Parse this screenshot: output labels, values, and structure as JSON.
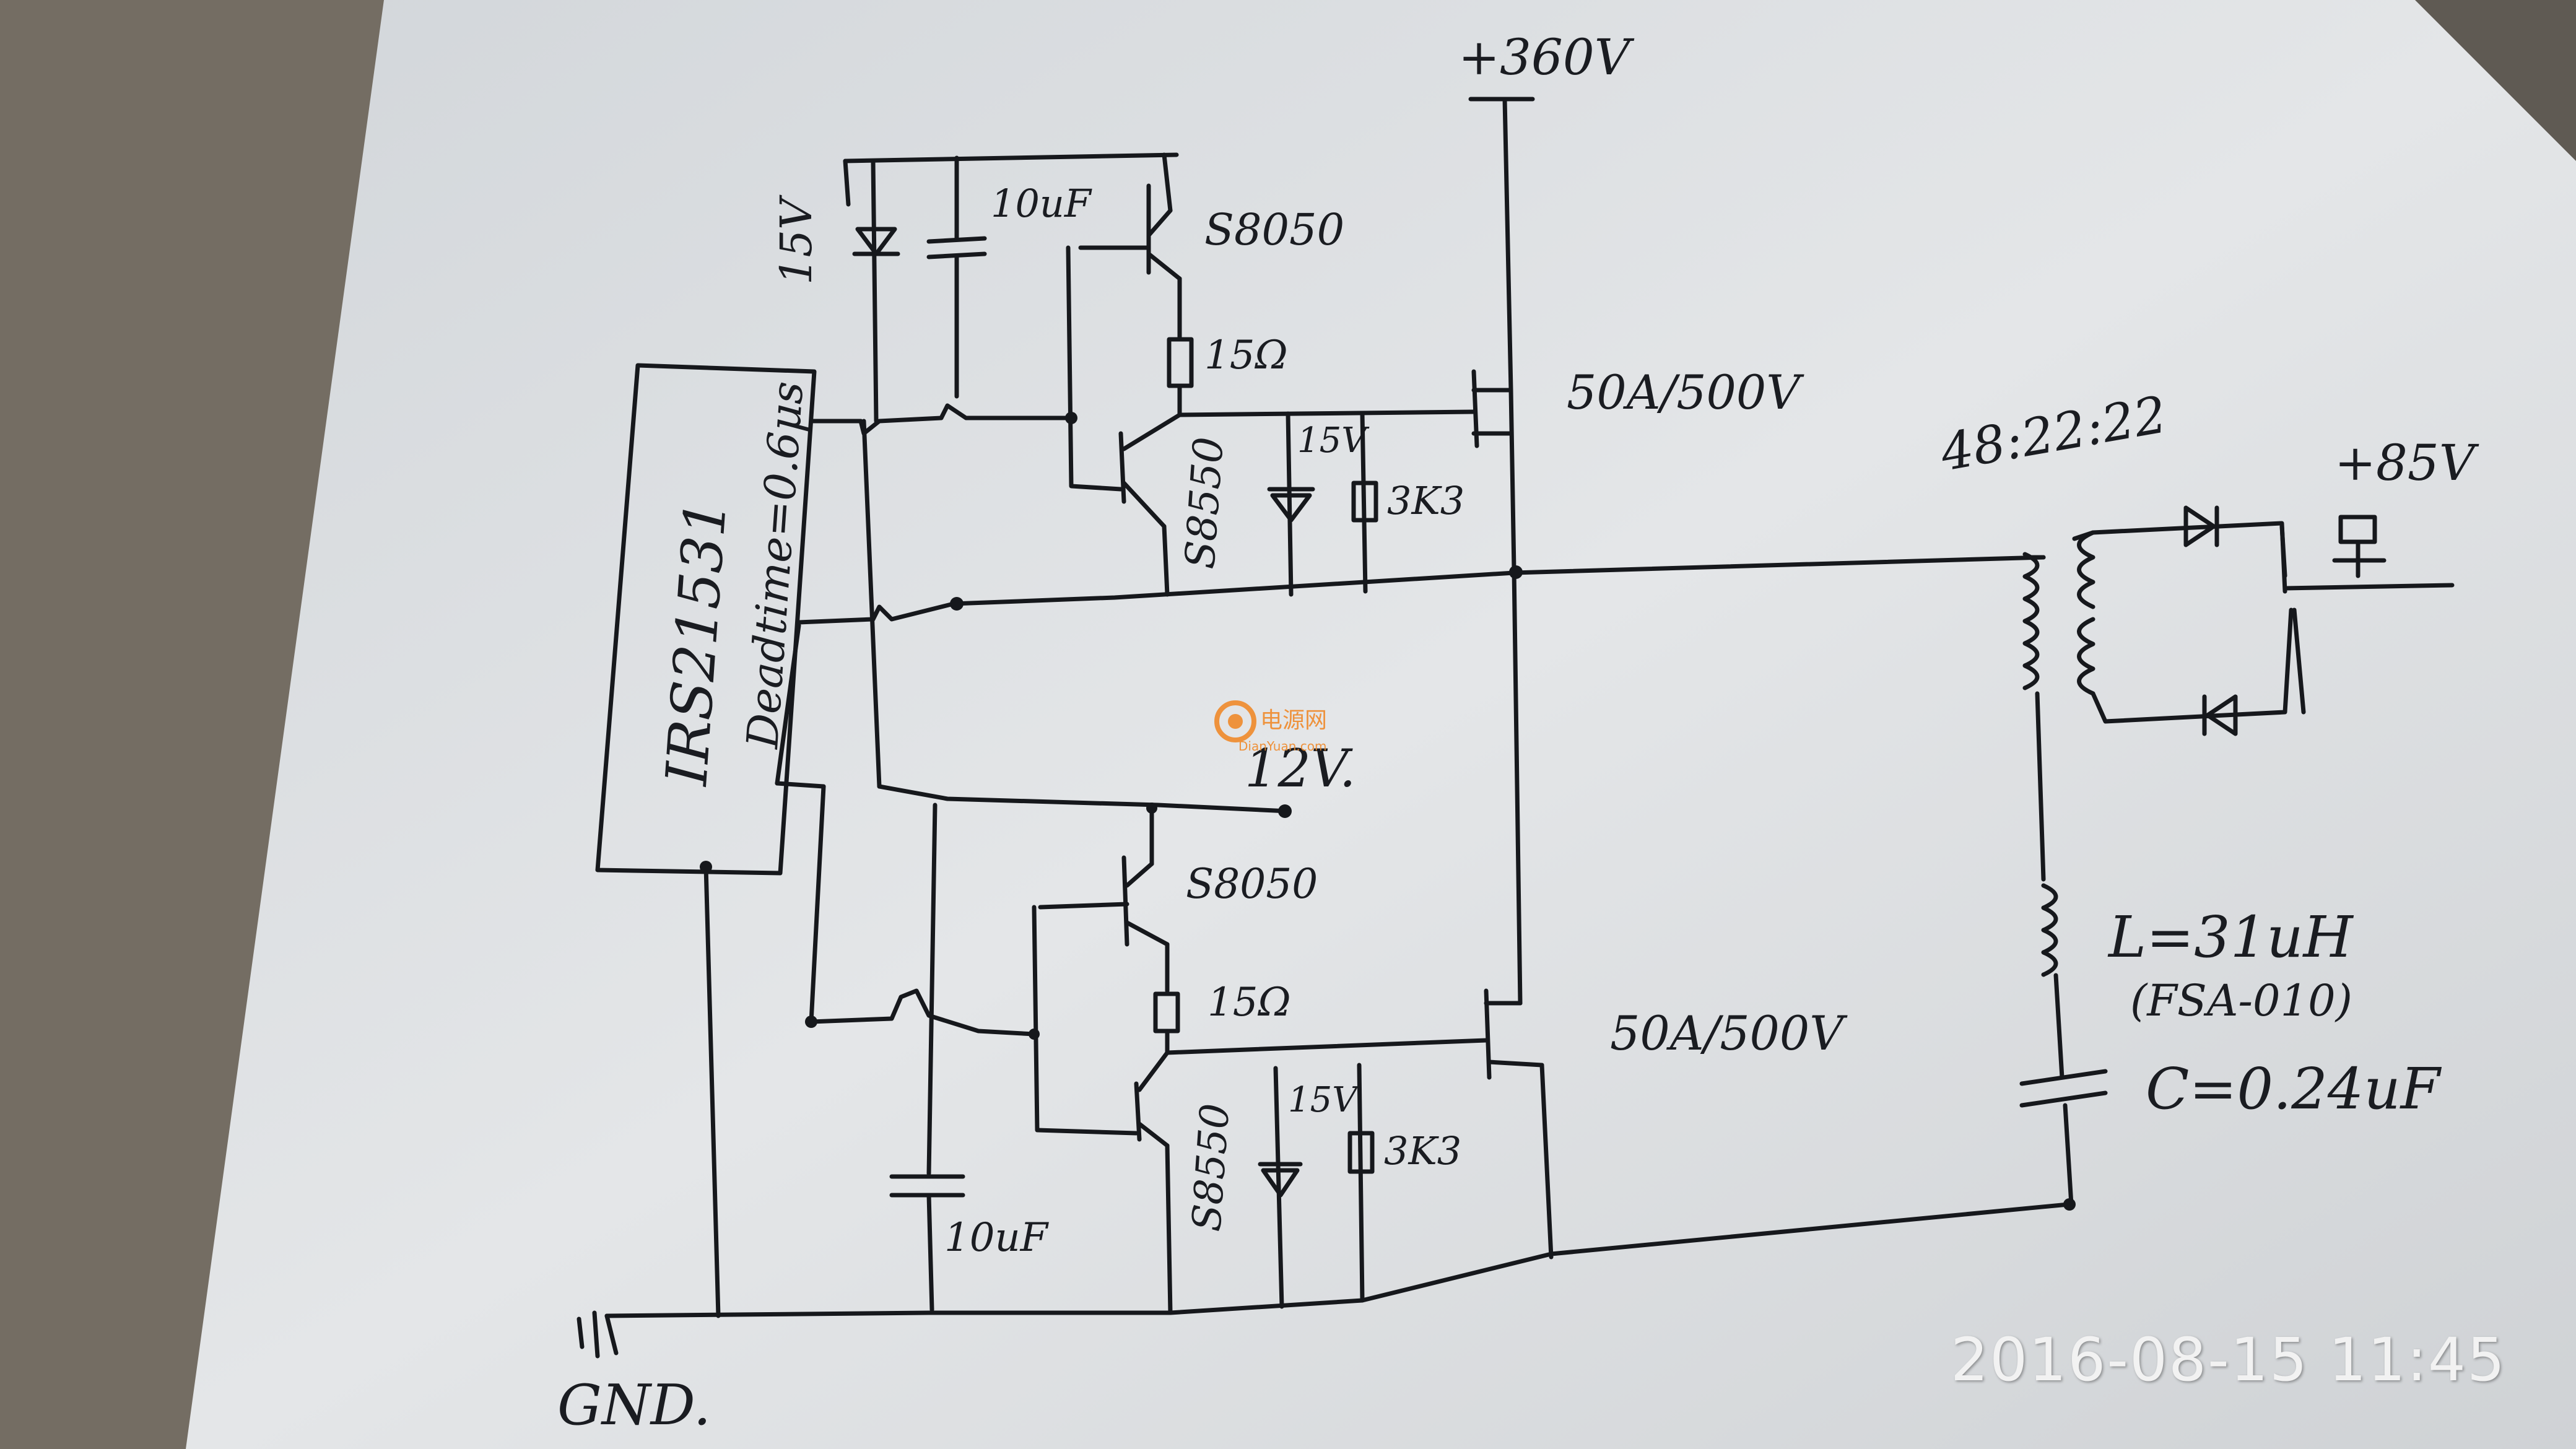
{
  "schematic": {
    "ic_part": "IRS21531",
    "ic_note": "Deadtime=0.6μs",
    "rail_high": "+360V",
    "rail_logic": "12V.",
    "ground": "GND.",
    "high_side": {
      "zener": "15V",
      "bootstrap_cap": "10uF",
      "npn": "S8050",
      "gate_resistor": "15Ω",
      "pnp": "S8550",
      "gate_zener": "15V",
      "gate_pulldown": "3K3",
      "switch": "50A/500V"
    },
    "low_side": {
      "npn": "S8050",
      "gate_resistor": "15Ω",
      "pnp": "S8550",
      "gate_zener": "15V",
      "gate_pulldown": "3K3",
      "switch": "50A/500V",
      "decoupling_cap": "10uF"
    },
    "transformer_ratio": "48:22:22",
    "output_voltage": "+85V",
    "inductor": "L=31uH",
    "inductor_part": "(FSA-010)",
    "capacitor": "C=0.24uF"
  },
  "watermark": {
    "brand": "电源网",
    "url": "DianYuan.com"
  },
  "timestamp": "2016-08-15 11:45"
}
